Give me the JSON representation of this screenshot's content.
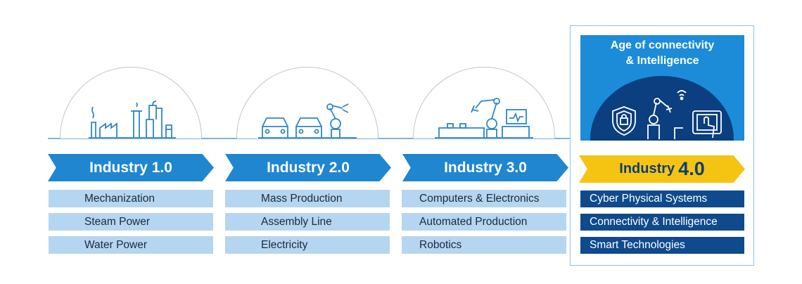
{
  "stages": [
    {
      "title": "Industry 1.0",
      "items": [
        "Mechanization",
        "Steam Power",
        "Water Power"
      ]
    },
    {
      "title": "Industry 2.0",
      "items": [
        "Mass Production",
        "Assembly Line",
        "Electricity"
      ]
    },
    {
      "title": "Industry 3.0",
      "items": [
        "Computers & Electronics",
        "Automated Production",
        "Robotics"
      ]
    }
  ],
  "current": {
    "heading_line1": "Age of connectivity",
    "heading_line2": "& Intelligence",
    "title_word": "Industry",
    "title_version": "4.0",
    "items": [
      "Cyber Physical Systems",
      "Connectivity & Intelligence",
      "Smart Technologies"
    ]
  },
  "icons": {
    "stage1": "factory-icon",
    "stage2": "car-assembly-robot-icon",
    "stage3": "robot-arm-computer-icon",
    "stage4": [
      "security-shield-icon",
      "wireless-robot-arm-icon",
      "tablet-touch-icon"
    ]
  },
  "colors": {
    "arrow_blue": "#1f86cf",
    "item_light_blue": "#b5d6f0",
    "accent_yellow": "#f5c413",
    "dark_navy": "#0e4a8c",
    "hero_blue": "#1c8cd8"
  }
}
